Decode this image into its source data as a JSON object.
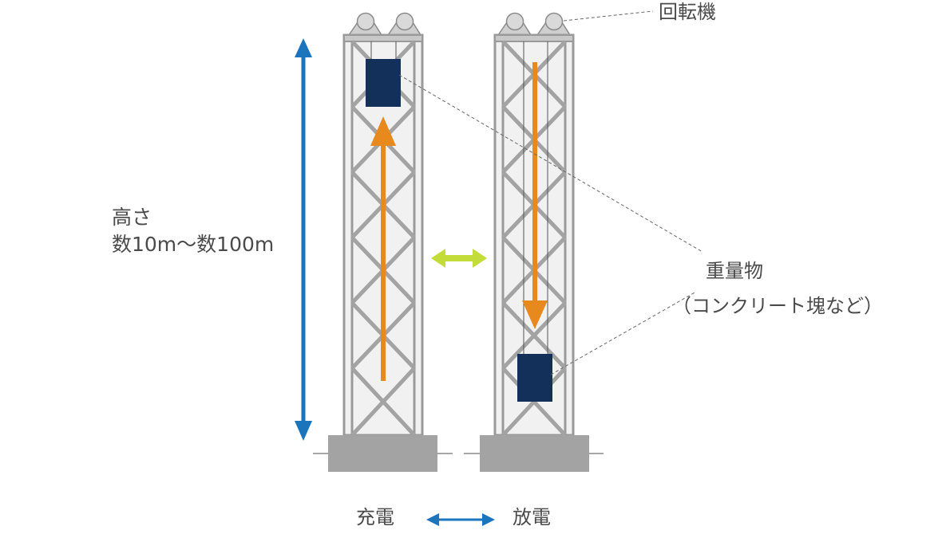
{
  "labels": {
    "rotor": "回転機",
    "height_line1": "高さ",
    "height_line2": "数10m〜数100m",
    "weight_line1": "重量物",
    "weight_line2": "（コンクリート塊など）",
    "charge": "充電",
    "discharge": "放電"
  },
  "colors": {
    "tower_frame": "#9a9a9a",
    "tower_fill": "#f1f1f1",
    "base": "#a3a3a3",
    "weight_block": "#13305a",
    "motion_arrow": "#e8891d",
    "height_arrow": "#1a75bd",
    "swap_arrow": "#c4dc3a",
    "mode_arrow": "#1a75bd",
    "leader_line": "#666666"
  },
  "icons": [
    "rotor-pulley-icon",
    "height-double-arrow-icon",
    "swap-double-arrow-icon",
    "mode-double-arrow-icon"
  ]
}
